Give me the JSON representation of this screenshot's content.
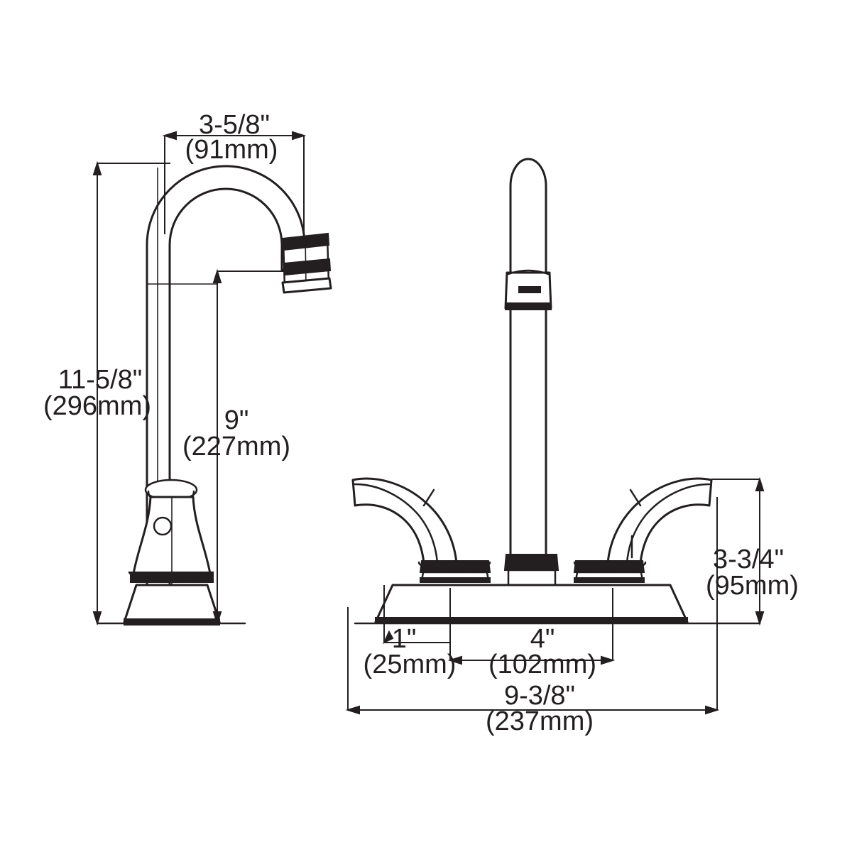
{
  "drawing": {
    "title": "Two-handle bar faucet dimensional drawing",
    "line_color": "#231f20",
    "background_color": "#ffffff",
    "views": [
      {
        "name": "side-view",
        "label": ""
      },
      {
        "name": "front-view",
        "label": ""
      }
    ]
  },
  "dimensions": {
    "spout_reach": {
      "name": "spout-reach",
      "imperial": "3-5/8\"",
      "metric": "(91mm)",
      "view": "side-view",
      "orientation": "horizontal"
    },
    "overall_height": {
      "name": "overall-height",
      "imperial": "11-5/8\"",
      "metric": "(296mm)",
      "view": "side-view",
      "orientation": "vertical"
    },
    "spout_clearance": {
      "name": "spout-clearance-height",
      "imperial": "9\"",
      "metric": "(227mm)",
      "view": "side-view",
      "orientation": "vertical"
    },
    "handle_height": {
      "name": "handle-height",
      "imperial": "3-3/4\"",
      "metric": "(95mm)",
      "view": "front-view",
      "orientation": "vertical"
    },
    "edge_offset": {
      "name": "edge-to-handle-offset",
      "imperial": "1\"",
      "metric": "(25mm)",
      "view": "front-view",
      "orientation": "horizontal"
    },
    "center_spread": {
      "name": "handle-center-spread",
      "imperial": "4\"",
      "metric": "(102mm)",
      "view": "front-view",
      "orientation": "horizontal"
    },
    "overall_width": {
      "name": "overall-base-width",
      "imperial": "9-3/8\"",
      "metric": "(237mm)",
      "view": "front-view",
      "orientation": "horizontal"
    }
  }
}
